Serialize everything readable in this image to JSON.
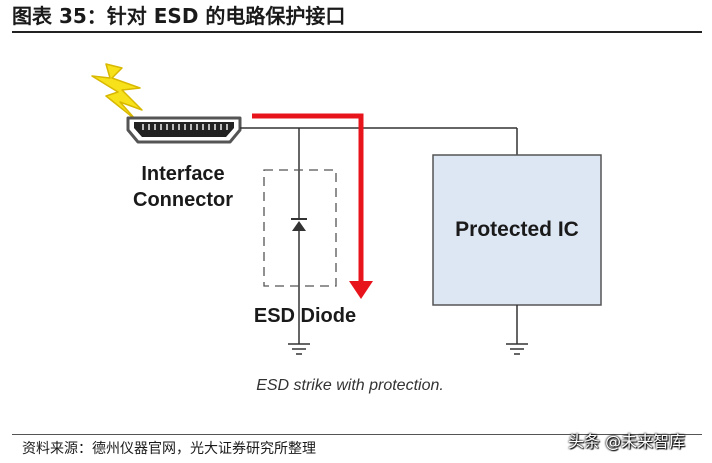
{
  "figure": {
    "title": "图表 35：针对 ESD 的电路保护接口"
  },
  "diagram": {
    "connector_label_line1": "Interface",
    "connector_label_line2": "Connector",
    "ic_label": "Protected IC",
    "diode_label": "ESD Diode",
    "caption": "ESD strike with protection.",
    "colors": {
      "strike_arrow": "#e8141b",
      "lightning_fill": "#f7e11b",
      "ic_fill": "#dde6f3",
      "wire": "#333333"
    }
  },
  "footer": {
    "source": "资料来源：德州仪器官网，光大证券研究所整理",
    "watermark": "头条 @未来智库"
  }
}
